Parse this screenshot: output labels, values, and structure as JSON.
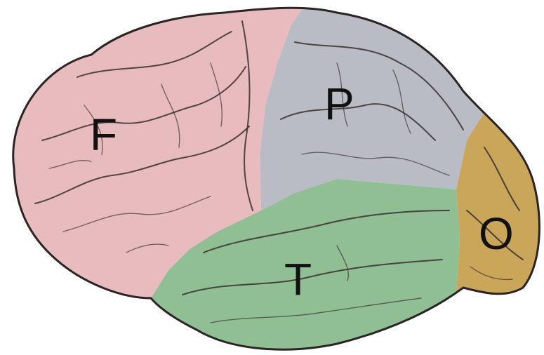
{
  "figure": {
    "labels": {
      "frontal": "F",
      "parietal": "P",
      "temporal": "T",
      "occipital": "O"
    },
    "colors": {
      "frontal": "#e8bcbf",
      "parietal": "#b9bcc4",
      "temporal": "#8fbf93",
      "occipital": "#c9a65a",
      "outline": "#2c2424",
      "background": "#ffffff"
    }
  }
}
